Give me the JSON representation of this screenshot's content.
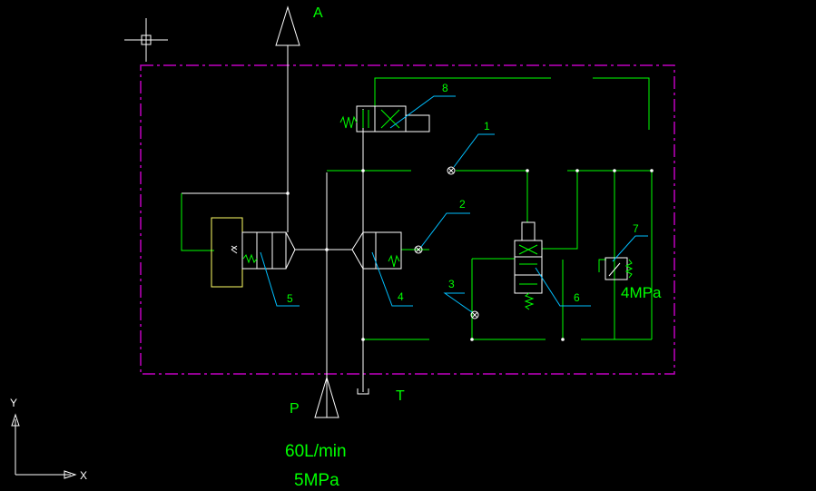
{
  "diagram": {
    "ports": {
      "a": "A",
      "p": "P",
      "t": "T"
    },
    "components": [
      "1",
      "2",
      "3",
      "4",
      "5",
      "6",
      "7",
      "8"
    ],
    "relief_setting": "4MPa",
    "supply": {
      "flow": "60L/min",
      "pressure": "5MPa"
    },
    "axes": {
      "x": "X",
      "y": "Y"
    }
  },
  "colors": {
    "background": "#000000",
    "line_white": "#ffffff",
    "line_green": "#00ff00",
    "leader_cyan": "#00bfff",
    "boundary_magenta": "#c000c0",
    "valve_yellow": "#ffff66",
    "text_green": "#00ff00",
    "text_white": "#ffffff"
  }
}
